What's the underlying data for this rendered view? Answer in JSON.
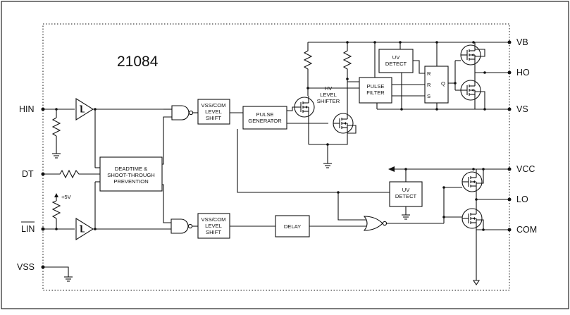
{
  "title": "21084",
  "pins_left": {
    "hin": "HIN",
    "dt": "DT",
    "lin": "LIN",
    "vss": "VSS"
  },
  "pins_right": {
    "vb": "VB",
    "ho": "HO",
    "vs": "VS",
    "vcc": "VCC",
    "lo": "LO",
    "com": "COM"
  },
  "supply_label": "+5V",
  "blocks": {
    "deadtime": [
      "DEADTIME &",
      "SHOOT-THROUGH",
      "PREVENTION"
    ],
    "level_shift_top": [
      "VSS/COM",
      "LEVEL",
      "SHIFT"
    ],
    "level_shift_bottom": [
      "VSS/COM",
      "LEVEL",
      "SHIFT"
    ],
    "pulse_generator": [
      "PULSE",
      "GENERATOR"
    ],
    "hv_level_shifter": [
      "HV",
      "LEVEL",
      "SHIFTER"
    ],
    "pulse_filter": [
      "PULSE",
      "FILTER"
    ],
    "uv_detect_high": [
      "UV",
      "DETECT"
    ],
    "uv_detect_low": [
      "UV",
      "DETECT"
    ],
    "delay": [
      "DELAY"
    ]
  },
  "latch": {
    "r1": "R",
    "r2": "R",
    "s": "S",
    "q": "Q"
  }
}
